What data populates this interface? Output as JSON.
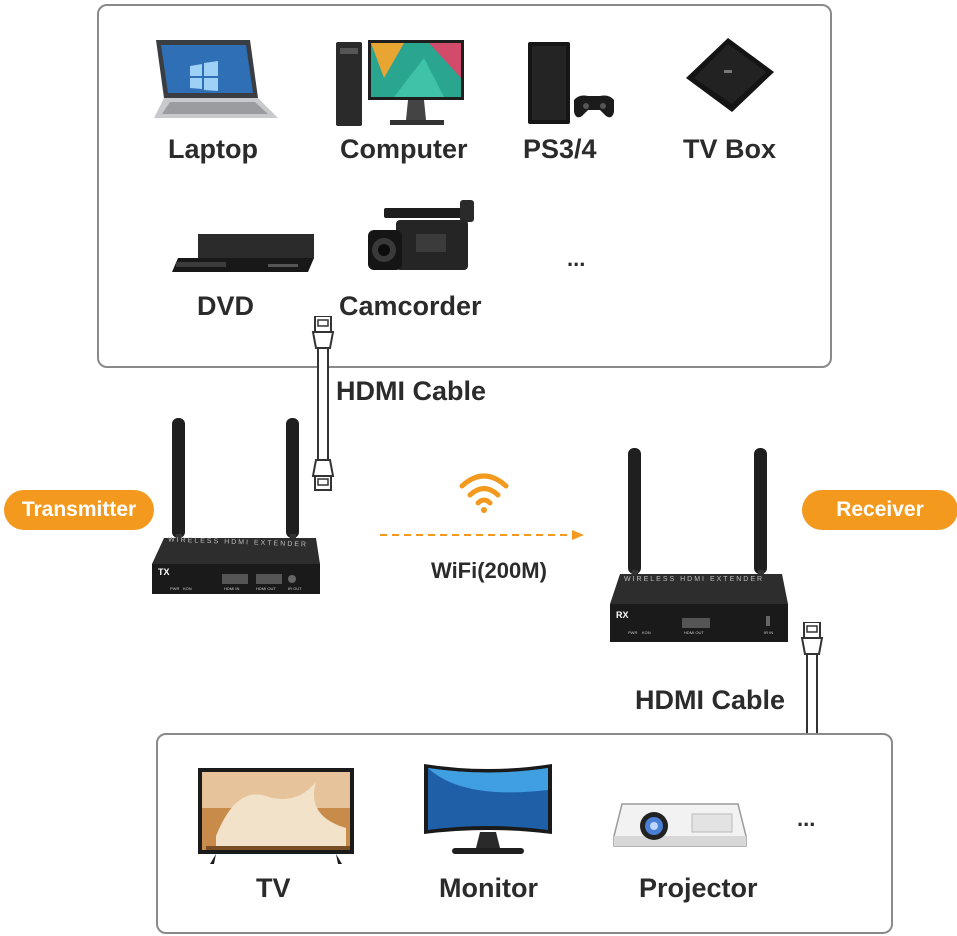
{
  "sources": {
    "items": [
      {
        "label": "Laptop",
        "icon": "laptop-icon"
      },
      {
        "label": "Computer",
        "icon": "computer-icon"
      },
      {
        "label": "PS3/4",
        "icon": "game-console-icon"
      },
      {
        "label": "TV Box",
        "icon": "tv-box-icon"
      },
      {
        "label": "DVD",
        "icon": "dvd-player-icon"
      },
      {
        "label": "Camcorder",
        "icon": "camcorder-icon"
      }
    ],
    "more": "..."
  },
  "cable_top_label": "HDMI Cable",
  "transmitter": {
    "badge": "Transmitter",
    "device_title": "WIRELESS HDMI EXTENDER",
    "tag": "TX",
    "ports": [
      "PWR",
      "KON",
      "HDMI IN",
      "HDMI OUT",
      "IR OUT"
    ]
  },
  "link": {
    "label": "WiFi(200M)",
    "icon": "wifi-icon"
  },
  "receiver": {
    "badge": "Receiver",
    "device_title": "WIRELESS HDMI EXTENDER",
    "tag": "RX",
    "ports": [
      "PWR",
      "KON",
      "HDMI OUT",
      "IR IN"
    ]
  },
  "cable_bottom_label": "HDMI Cable",
  "displays": {
    "items": [
      {
        "label": "TV",
        "icon": "tv-icon"
      },
      {
        "label": "Monitor",
        "icon": "monitor-icon"
      },
      {
        "label": "Projector",
        "icon": "projector-icon"
      }
    ],
    "more": "..."
  },
  "colors": {
    "accent": "#f39a1e",
    "panel_border": "#8a8a8a",
    "text": "#2b2b2b",
    "device": "#1c1c1c"
  }
}
